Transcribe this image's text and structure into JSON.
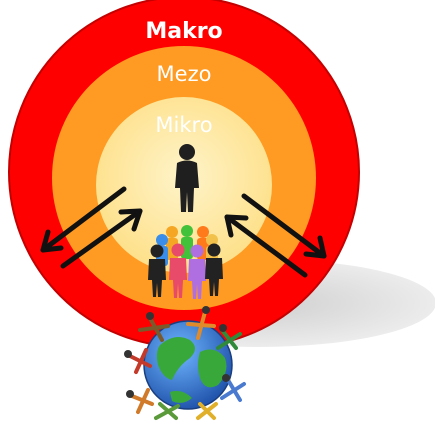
{
  "diagram": {
    "rings": {
      "outer": {
        "label": "Makro",
        "color": "#ff0000"
      },
      "middle": {
        "label": "Mezo",
        "color": "#ff9a22"
      },
      "inner": {
        "label": "Mikro",
        "color": "#fde69a"
      }
    },
    "colors": {
      "outline": "#c40000",
      "shadow": "#d9d9d9",
      "arrow": "#111111",
      "person": "#1f1f1f",
      "ocean": "#2d6fcf",
      "land": "#39a83b"
    },
    "icons": [
      "individual-person-icon",
      "group-of-people-icon",
      "globe-icon",
      "arrow-icon"
    ]
  }
}
